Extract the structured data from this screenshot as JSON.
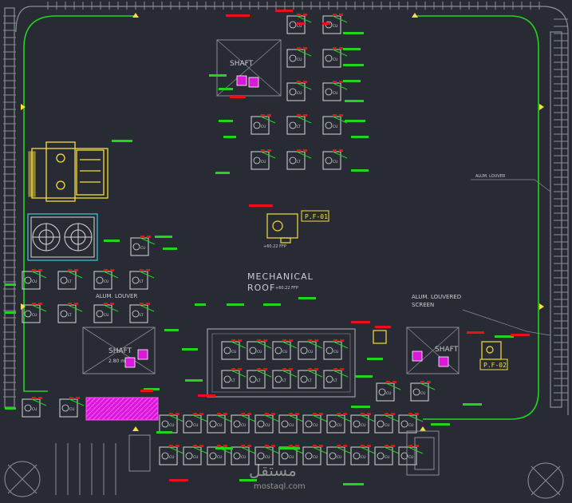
{
  "drawing": {
    "area_title_line1": "MECHANICAL",
    "area_title_line2": "ROOF",
    "area_sublabel": "+60.22 FFP",
    "louver_label_line1": "ALUM. LOUVERED",
    "louver_label_line2": "SCREEN",
    "louver_label_left": "ALUM. LOUVER",
    "shaft_label": "SHAFT",
    "shaft_left_sublabel": "2.80 m²",
    "level_tag": "+60.22 FFP",
    "right_tag": "ALUM. LOUVER",
    "equipment_tag_1": "P.F-01",
    "equipment_tag_2": "P.F-02",
    "unit_code_cu": "CU",
    "unit_code_lt": "LT",
    "watermark_arabic": "مستقل",
    "watermark_latin": "mostaql.com"
  },
  "colors": {
    "background": "#282b33",
    "grid_gray": "#8a8d94",
    "wire_green": "#22d41f",
    "tag_red": "#e8111a",
    "tag_magenta": "#d81ad8",
    "equip_yellow": "#f3e03a",
    "unit_white": "#d9dadc",
    "highlight_cyan": "#46c8e0"
  }
}
